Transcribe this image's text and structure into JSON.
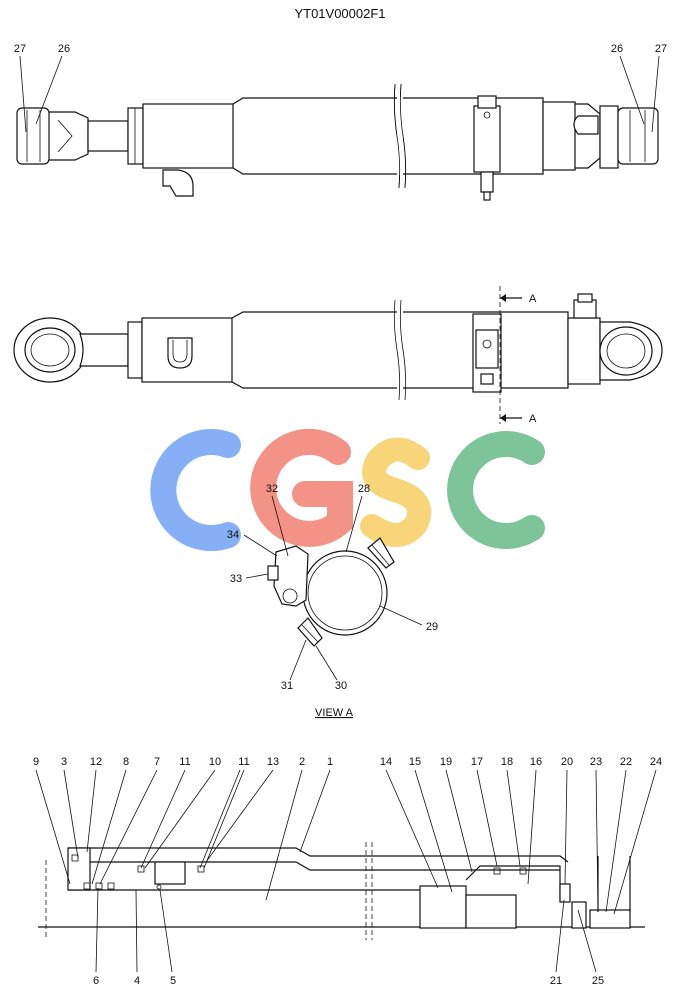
{
  "title": "YT01V00002F1",
  "view_a_label": "VIEW A",
  "section_marker_label": "A",
  "watermark": {
    "text": "CGSC",
    "letters": [
      {
        "char": "C",
        "color": "#7ba7f5"
      },
      {
        "char": "G",
        "color": "#f2877a"
      },
      {
        "char": "S",
        "color": "#f7d16a"
      },
      {
        "char": "C",
        "color": "#6fbf8d"
      }
    ]
  },
  "callouts": {
    "top_view": [
      "27",
      "26",
      "26",
      "27"
    ],
    "view_a": [
      "32",
      "28",
      "34",
      "33",
      "29",
      "31",
      "30"
    ],
    "section_top": [
      "9",
      "3",
      "12",
      "8",
      "7",
      "11",
      "10",
      "11",
      "13",
      "2",
      "1",
      "14",
      "15",
      "19",
      "17",
      "18",
      "16",
      "20",
      "23",
      "22",
      "24"
    ],
    "section_bottom": [
      "6",
      "4",
      "5",
      "21",
      "25"
    ]
  },
  "colors": {
    "line": "#111111",
    "background": "#ffffff"
  }
}
